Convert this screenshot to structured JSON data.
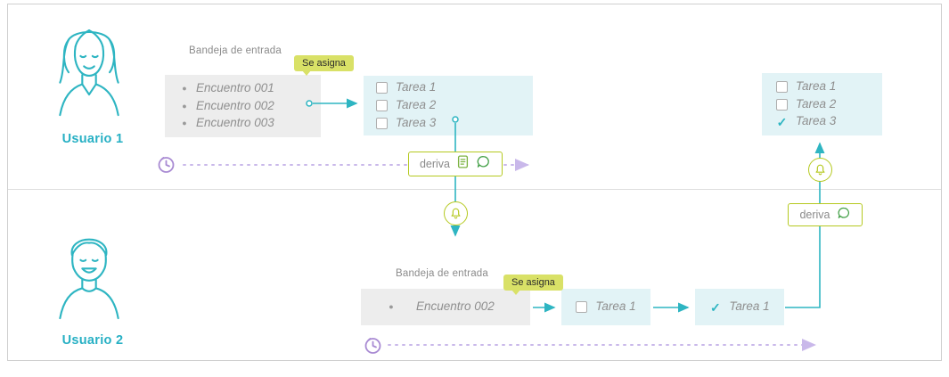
{
  "lane1": {
    "user": "Usuario 1",
    "inbox_title": "Bandeja de entrada",
    "assign_tag": "Se asigna",
    "inbox_items": [
      "Encuentro 001",
      "Encuentro 002",
      "Encuentro 003"
    ],
    "task_list": [
      "Tarea 1",
      "Tarea 2",
      "Tarea 3"
    ],
    "deriva_label": "deriva"
  },
  "right_panel": {
    "task_list": [
      "Tarea 1",
      "Tarea 2",
      "Tarea 3"
    ],
    "checked_index": 2,
    "deriva_label": "deriva"
  },
  "lane2": {
    "user": "Usuario 2",
    "inbox_title": "Bandeja de entrada",
    "assign_tag": "Se asigna",
    "inbox_items": [
      "Encuentro 002"
    ],
    "task_open": "Tarea 1",
    "task_done": "Tarea 1"
  },
  "icons": {
    "bullet": "●",
    "check": "✓"
  },
  "colors": {
    "teal": "#2eb5c2",
    "lime": "#b5c920",
    "tag_bg": "#d9e167",
    "purple_dashed": "#c9b8ea",
    "clock_purple": "#a98bd3",
    "box_gray": "#ededed",
    "box_blue": "#e2f3f6",
    "text_gray": "#8f8f8f"
  }
}
